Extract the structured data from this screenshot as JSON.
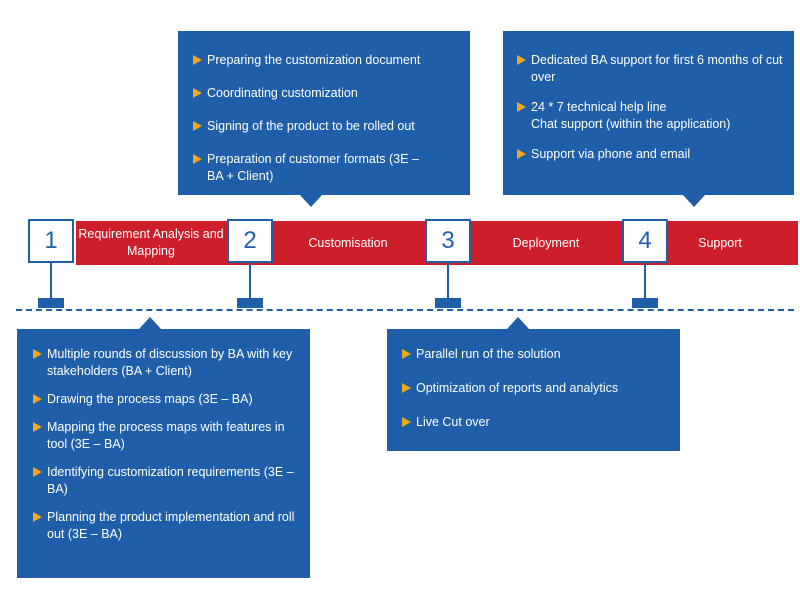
{
  "steps": [
    {
      "number": "1",
      "label": "Requirement Analysis and Mapping"
    },
    {
      "number": "2",
      "label": "Customisation"
    },
    {
      "number": "3",
      "label": "Deployment"
    },
    {
      "number": "4",
      "label": "Support"
    }
  ],
  "customisation_box": {
    "items": [
      {
        "text": "Preparing the customization document"
      },
      {
        "text": "Coordinating customization"
      },
      {
        "text": "Signing of the product to be rolled out"
      },
      {
        "text": "Preparation of customer formats (3E – BA + Client)"
      }
    ]
  },
  "support_box": {
    "items": [
      {
        "text": "Dedicated BA support for first 6 months of cut over"
      },
      {
        "line1": "24 * 7 technical help line",
        "line2": "Chat support (within the application)"
      },
      {
        "text": "Support via phone and email"
      }
    ]
  },
  "requirement_box": {
    "items": [
      {
        "text": "Multiple rounds of discussion by BA with key stakeholders (BA + Client)"
      },
      {
        "text": "Drawing the process maps (3E – BA)"
      },
      {
        "text": "Mapping the process maps with features in tool (3E – BA)"
      },
      {
        "text": "Identifying customization requirements (3E – BA)"
      },
      {
        "text": "Planning the product implementation and roll out (3E – BA)"
      }
    ]
  },
  "deployment_box": {
    "items": [
      {
        "text": "Parallel run of the solution"
      },
      {
        "text": "Optimization of reports and analytics"
      },
      {
        "text": "Live Cut over"
      }
    ]
  },
  "colors": {
    "box": "#1f5ea8",
    "band": "#cd1f2b",
    "bullet": "#f0a81c"
  }
}
